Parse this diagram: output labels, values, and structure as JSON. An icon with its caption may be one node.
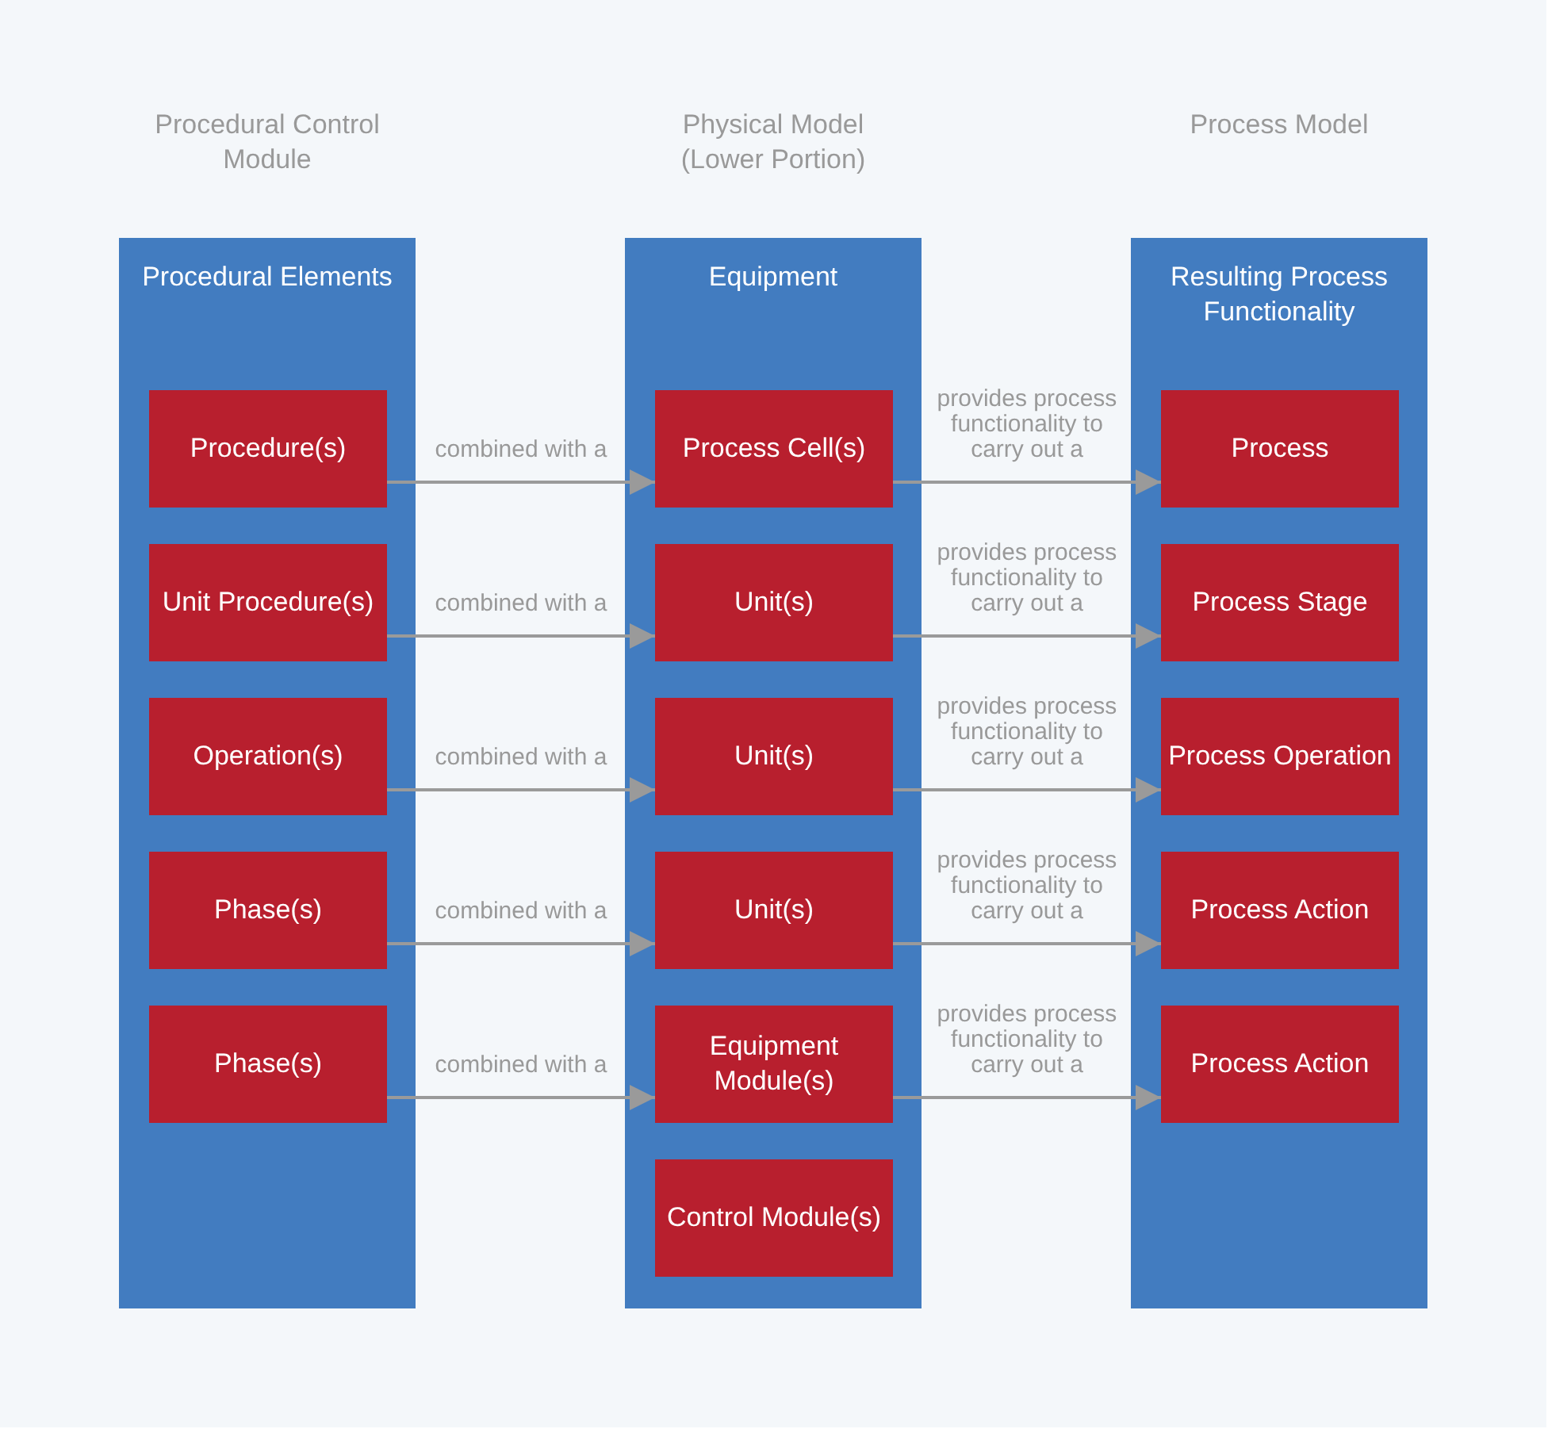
{
  "diagram": {
    "nodes": [
      {
        "text": [
          "Procedural Control Module",
          "Procedural Elements"
        ]
      },
      {
        "text": [
          "Procedure(s)"
        ],
        "in": 0
      },
      {
        "text": [
          "Unit Procedure(s)"
        ],
        "in": 0
      },
      {
        "text": [
          "Operation(s)"
        ],
        "in": 0
      },
      {
        "text": [
          "Phase(s)"
        ],
        "in": 0
      },
      {
        "text": [
          "Phase(s)"
        ],
        "in": 0
      },
      {
        "text": [
          "Physical Model (Lower Portion)",
          "Equipment"
        ]
      },
      {
        "text": [
          "Process Cell(s)"
        ],
        "in": 6
      },
      {
        "text": [
          "Unit(s)"
        ],
        "in": 6
      },
      {
        "text": [
          "Unit(s)"
        ],
        "in": 6
      },
      {
        "text": [
          "Unit(s)"
        ],
        "in": 6
      },
      {
        "text": [
          "Equipment Module(s)"
        ],
        "in": 6
      },
      {
        "text": [
          "Control Module(s)"
        ],
        "in": 6
      },
      {
        "text": [
          "Process Model",
          "Resulting Process Functionality"
        ]
      },
      {
        "text": [
          "Process"
        ],
        "in": 13
      },
      {
        "text": [
          "Process Stage"
        ],
        "in": 13
      },
      {
        "text": [
          "Process Operation"
        ],
        "in": 13
      },
      {
        "text": [
          "Process Action"
        ],
        "in": 13
      },
      {
        "text": [
          "Process Action"
        ],
        "in": 13
      }
    ],
    "edges": [
      {
        "from": 1,
        "to": 7,
        "arrow": "to",
        "label": "combined with a"
      },
      {
        "from": 2,
        "to": 8,
        "arrow": "to",
        "label": "combined with a"
      },
      {
        "from": 3,
        "to": 9,
        "arrow": "to",
        "label": "combined with a"
      },
      {
        "from": 4,
        "to": 10,
        "arrow": "to",
        "label": "combined with a"
      },
      {
        "from": 5,
        "to": 11,
        "arrow": "to",
        "label": "combined with a"
      },
      {
        "from": 7,
        "to": 14,
        "arrow": "to",
        "label": "provides process functionality to carry out a"
      },
      {
        "from": 8,
        "to": 15,
        "arrow": "to",
        "label": "provides process functionality to carry out a"
      },
      {
        "from": 9,
        "to": 16,
        "arrow": "to",
        "label": "provides process functionality to carry out a"
      },
      {
        "from": 10,
        "to": 17,
        "arrow": "to",
        "label": "provides process functionality to carry out a"
      },
      {
        "from": 11,
        "to": 18,
        "arrow": "to",
        "label": "provides process functionality to carry out a"
      }
    ]
  }
}
